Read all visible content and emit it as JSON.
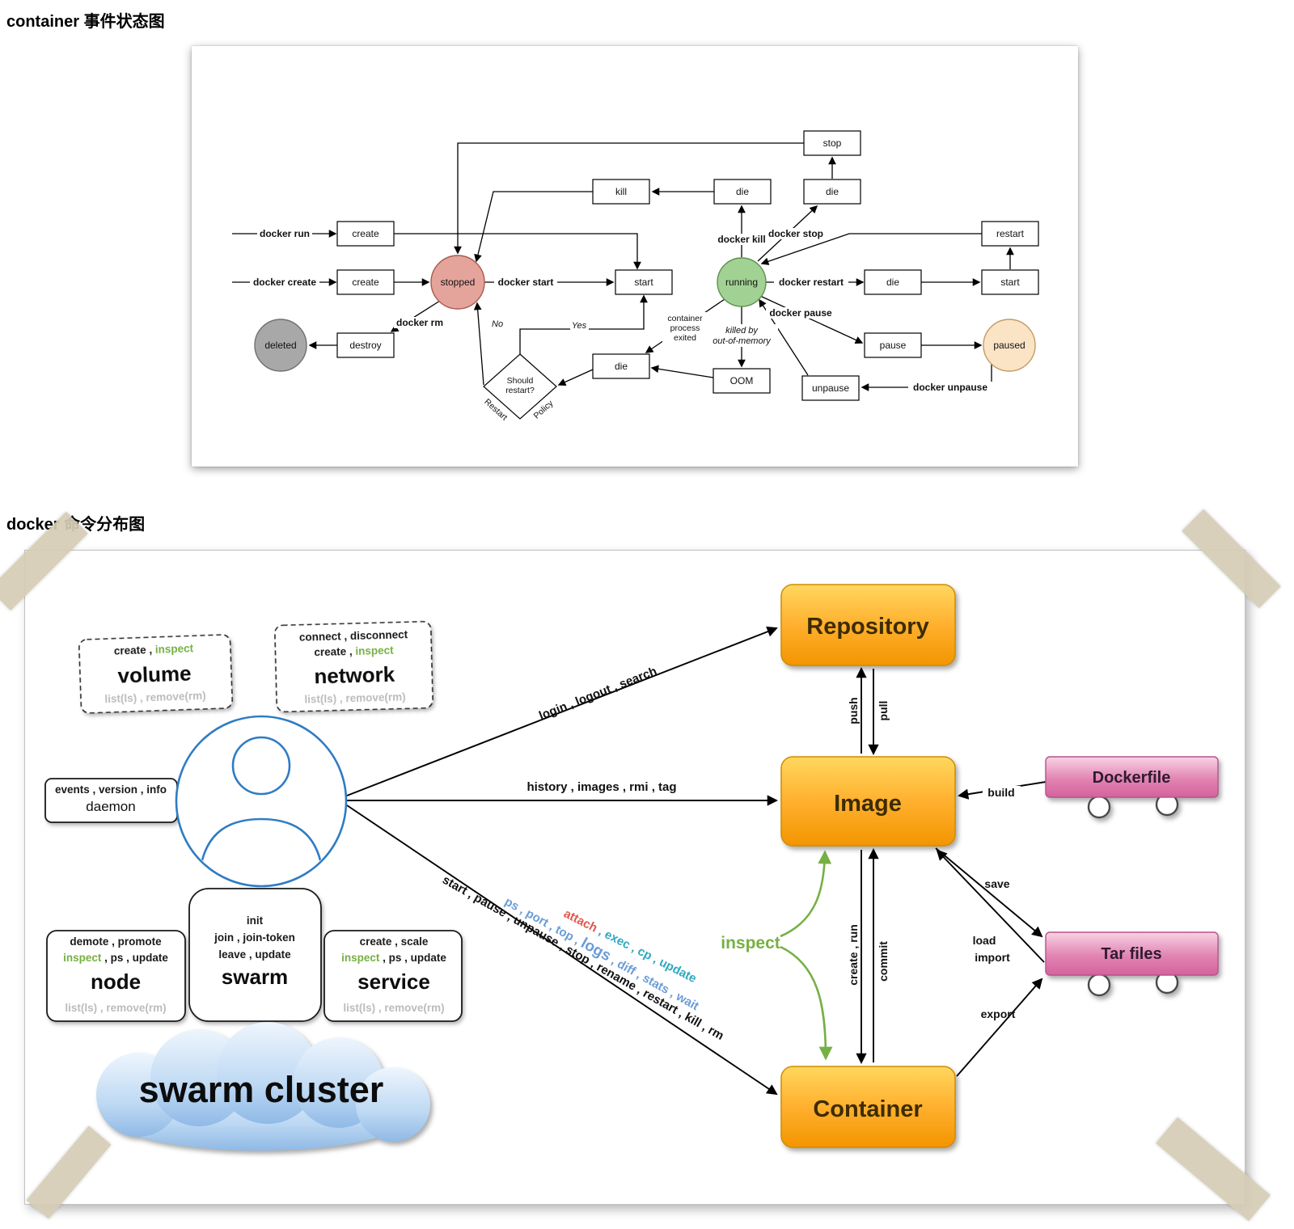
{
  "titles": {
    "state": "container 事件状态图",
    "commands": "docker 命令分布图"
  },
  "state_diagram": {
    "nodes": {
      "stopped": "stopped",
      "running": "running",
      "deleted": "deleted",
      "paused": "paused",
      "stop": "stop",
      "die": "die",
      "kill": "kill",
      "create": "create",
      "start": "start",
      "restart": "restart",
      "pause": "pause",
      "unpause": "unpause",
      "destroy": "destroy",
      "oom": "OOM",
      "should_l1": "Should",
      "should_l2": "restart?"
    },
    "labels": {
      "docker_run": "docker run",
      "docker_create": "docker create",
      "docker_start": "docker start",
      "docker_kill": "docker kill",
      "docker_stop": "docker stop",
      "docker_restart": "docker restart",
      "docker_pause": "docker pause",
      "docker_unpause": "docker unpause",
      "docker_rm": "docker rm",
      "no": "No",
      "yes": "Yes",
      "process_l1": "container",
      "process_l2": "process",
      "process_l3": "exited",
      "oom_l1": "killed by",
      "oom_l2": "out-of-memory",
      "policy_l1": "Restart",
      "policy_l2": "Policy"
    },
    "colors": {
      "stopped": "#e4a49c",
      "running": "#a2d194",
      "deleted": "#a8a8a8",
      "paused": "#fbe4c6"
    }
  },
  "command_diagram": {
    "volume": {
      "ops1a": "create , ",
      "ops1b": "inspect",
      "name": "volume",
      "ops2": "list(ls) , remove(rm)"
    },
    "network": {
      "ops1": "connect , disconnect",
      "ops2a": "create , ",
      "ops2b": "inspect",
      "name": "network",
      "ops3": "list(ls) , remove(rm)"
    },
    "daemon": {
      "ops1": "events , version , info",
      "name": "daemon"
    },
    "node": {
      "ops1": "demote , promote",
      "ops2a": "inspect",
      "ops2b": " , ps , update",
      "name": "node",
      "ops3": "list(ls) , remove(rm)"
    },
    "swarm": {
      "ops1": "init",
      "ops2": "join , join-token",
      "ops3": "leave , update",
      "name": "swarm"
    },
    "service": {
      "ops1": "create , scale",
      "ops2a": "inspect",
      "ops2b": " , ps , update",
      "name": "service",
      "ops3": "list(ls) , remove(rm)"
    },
    "cloud": "swarm cluster",
    "entities": {
      "repository": "Repository",
      "image": "Image",
      "container": "Container",
      "dockerfile": "Dockerfile",
      "tarfiles": "Tar files"
    },
    "edges": {
      "repository": "login , logout , search",
      "image": "history , images , rmi , tag",
      "container_black": "start , pause , unpause , stop , rename , restart , kill , rm",
      "container_blue_a": "ps , port , top , ",
      "container_blue_logs": "logs",
      "container_blue_b": " , diff , stats , wait",
      "container_red": "attach",
      "container_teal": " , exec , cp , update",
      "inspect": "inspect",
      "push": "push",
      "pull": "pull",
      "build": "build",
      "save": "save",
      "load": "load",
      "import": "import",
      "export": "export",
      "create_run": "create , run",
      "commit": "commit"
    },
    "colors": {
      "orange": "#ffb02e",
      "pink": "#e184b2",
      "green": "#76b043",
      "blue": "#6b9cd6",
      "red": "#e2574c",
      "teal": "#2fa8c0",
      "user_blue": "#2e7cc3"
    }
  }
}
